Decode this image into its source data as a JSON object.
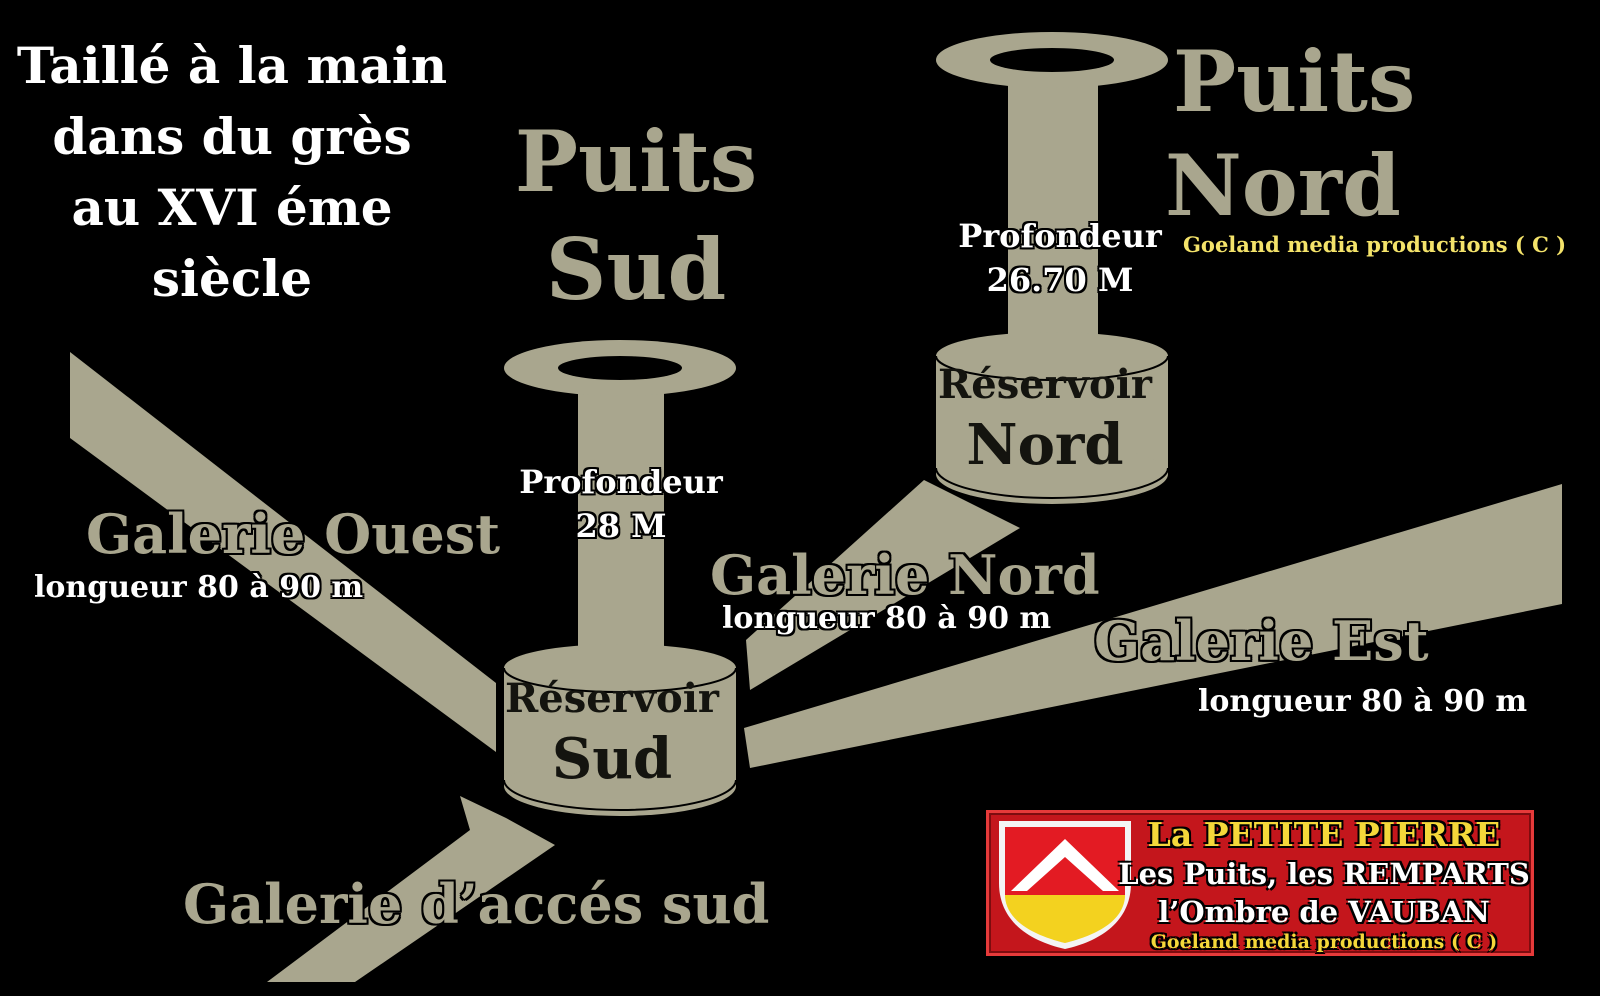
{
  "intro": [
    "Taillé à la main",
    "dans du grès",
    "au XVI  éme",
    "siècle"
  ],
  "puits_sud": {
    "title": [
      "Puits",
      "Sud"
    ],
    "depth_label": "Profondeur",
    "depth_value": "28 M",
    "reservoir": [
      "Réservoir",
      "Sud"
    ]
  },
  "puits_nord": {
    "title": [
      "Puits",
      "Nord"
    ],
    "depth_label": "Profondeur",
    "depth_value": "26.70 M",
    "reservoir": [
      "Réservoir",
      "Nord"
    ]
  },
  "credit": "Goeland media productions ( C )",
  "galeries": {
    "ouest": {
      "name": "Galerie Ouest",
      "length": "longueur 80 à 90 m"
    },
    "nord": {
      "name": "Galerie Nord",
      "length": "longueur 80 à 90 m"
    },
    "est": {
      "name": "Galerie Est",
      "length": "longueur 80 à 90 m"
    },
    "acces_sud": {
      "name": "Galerie d’accés sud"
    }
  },
  "logo": {
    "line1": "La PETITE PIERRE",
    "line2": "Les Puits, les REMPARTS",
    "line3": "l’Ombre de VAUBAN",
    "line4": "Goeland media productions ( C )"
  },
  "colors": {
    "background": "#000000",
    "stone": "#a9a68e",
    "logo_red": "#c4161c",
    "logo_yellow": "#f4d83a"
  }
}
